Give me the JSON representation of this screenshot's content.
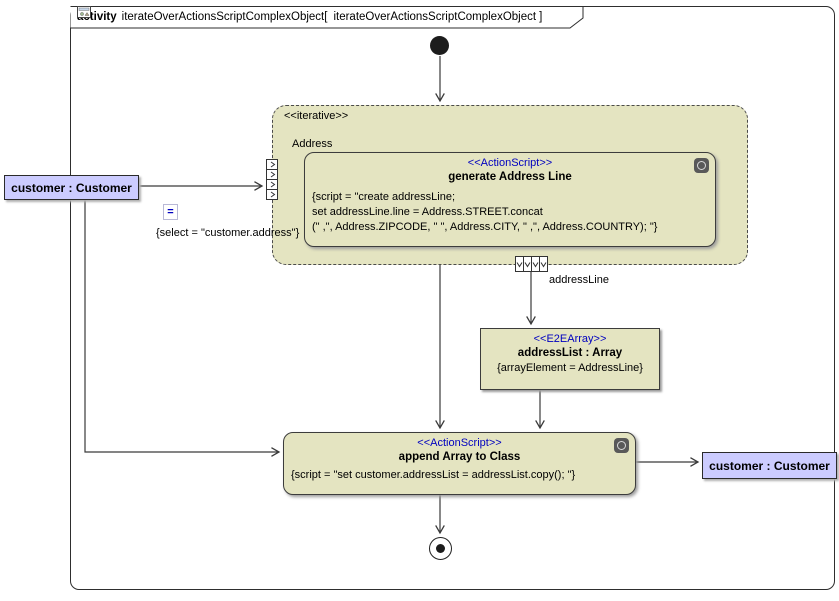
{
  "colors": {
    "node_fill": "#e4e4c1",
    "object_fill": "#ccccff",
    "stereotype_text": "#0000c0"
  },
  "frame_title": {
    "keyword": "activity",
    "name": "iterateOverActionsScriptComplexObject[",
    "diagram_name": "iterateOverActionsScriptComplexObject",
    "close_bracket": "]"
  },
  "nodes": {
    "expansion_region": {
      "stereotype": "<<iterative>>",
      "input_pin_label": "Address",
      "output_flow_label": "addressLine"
    },
    "generate_action": {
      "stereotype": "<<ActionScript>>",
      "name": "generate Address Line",
      "script_lines": [
        "{script = \"create addressLine;",
        "set addressLine.line = Address.STREET.concat",
        "(\" ,\", Address.ZIPCODE, \" \", Address.CITY, \" ,\", Address.COUNTRY); \"}"
      ]
    },
    "customer_input": {
      "label": "customer : Customer"
    },
    "select_constraint": {
      "icon_glyph": "=",
      "text": "{select = \"customer.address\"}"
    },
    "array_object": {
      "stereotype": "<<E2EArray>>",
      "name": "addressList : Array",
      "tagged_value": "{arrayElement = AddressLine}"
    },
    "append_action": {
      "stereotype": "<<ActionScript>>",
      "name": "append Array to Class",
      "script": "{script = \"set customer.addressList = addressList.copy(); \"}"
    },
    "customer_output": {
      "label": "customer : Customer"
    }
  }
}
